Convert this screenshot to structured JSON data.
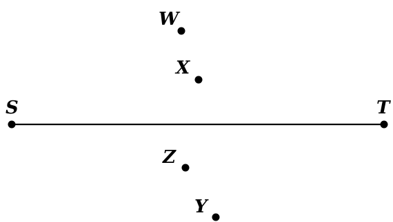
{
  "diagram": {
    "ink_color": "#000000",
    "segment": {
      "from": "S",
      "to": "T"
    },
    "points": [
      {
        "id": "W",
        "label": "W"
      },
      {
        "id": "X",
        "label": "X"
      },
      {
        "id": "S",
        "label": "S"
      },
      {
        "id": "T",
        "label": "T"
      },
      {
        "id": "Z",
        "label": "Z"
      },
      {
        "id": "Y",
        "label": "Y"
      }
    ]
  }
}
